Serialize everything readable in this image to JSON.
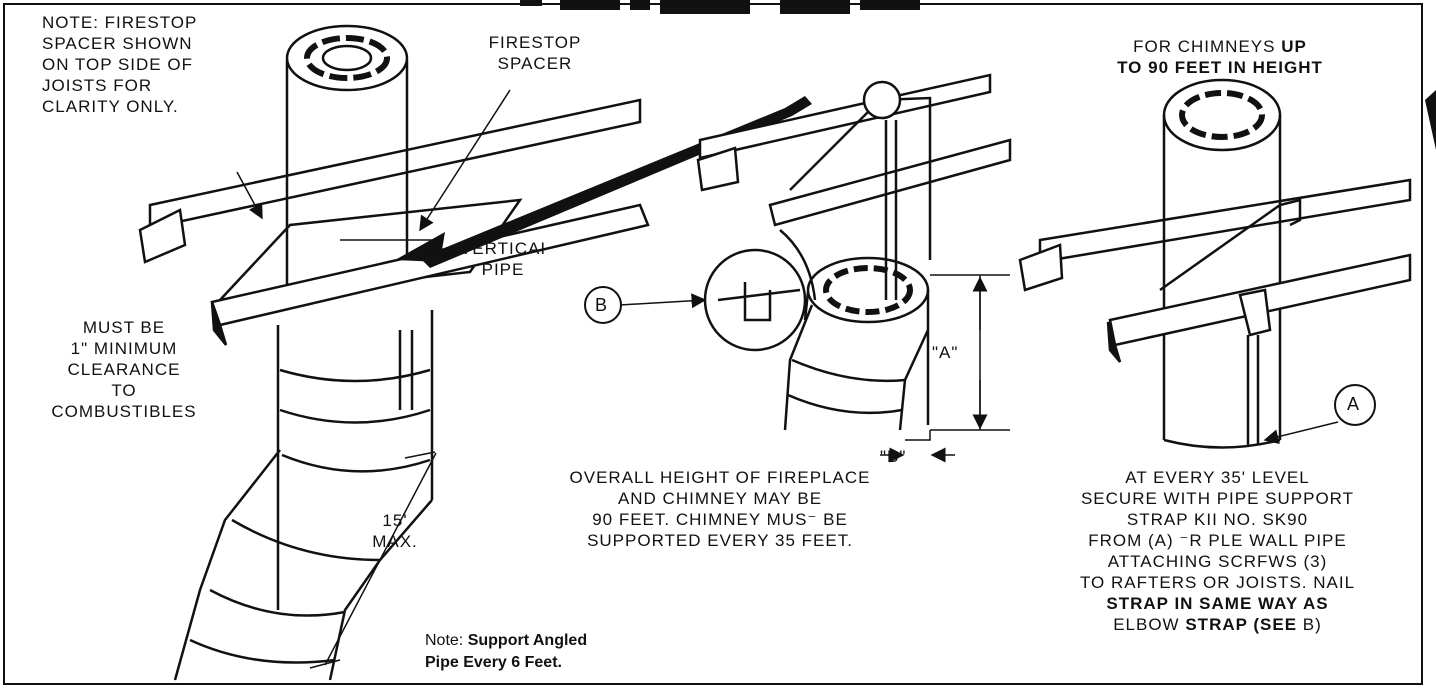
{
  "panel1": {
    "note": [
      "NOTE: FIRESTOP",
      "SPACER SHOWN",
      "ON TOP SIDE OF",
      "JOISTS FOR",
      "CLARITY ONLY."
    ],
    "firestop": [
      "FIRESTOP",
      "SPACER"
    ],
    "vertical_pipe": [
      "VERTICAI",
      "PIPE"
    ],
    "clearance": [
      "MUST BE",
      "1\" MINIMUM",
      "CLEARANCE",
      "TO",
      "COMBUSTIBLES"
    ],
    "max": [
      "15'",
      "MAX."
    ],
    "support_note_prefix": "Note:",
    "support_note_bold_1": "Support Angled",
    "support_note_bold_2": "Pipe Every 6 Feet."
  },
  "panel2": {
    "callout_b": "B",
    "dim_a": "\"A\"",
    "dim_b": "\"B\"",
    "caption": [
      "OVERALL HEIGHT OF FIREPLACE",
      "AND CHIMNEY MAY BE",
      "90 FEET. CHIMNEY MUS⁻ BE",
      "SUPPORTED EVERY 35 FEET."
    ]
  },
  "panel3": {
    "heading_1_plain": "FOR CHIMNEYS",
    "heading_1_bold": "UP",
    "heading_2_bold": "TO 90 FEET IN HEIGHT",
    "callout_a": "A",
    "caption_1": "AT EVERY 35' LEVEL",
    "caption_2": "SECURE WITH PIPE SUPPORT",
    "caption_3": "STRAP KII NO. SK90",
    "caption_4": "FROM (A) ⁻R PLE WALL PIPE",
    "caption_5": "ATTACHING SCRFWS (3)",
    "caption_6": "TO RAFTERS OR JOISTS. NAIL",
    "caption_7_bold": "STRAP IN SAME WAY AS",
    "caption_8_plain": "ELBOW",
    "caption_8_bold": "STRAP (SEE",
    "caption_8_end": "B)"
  }
}
